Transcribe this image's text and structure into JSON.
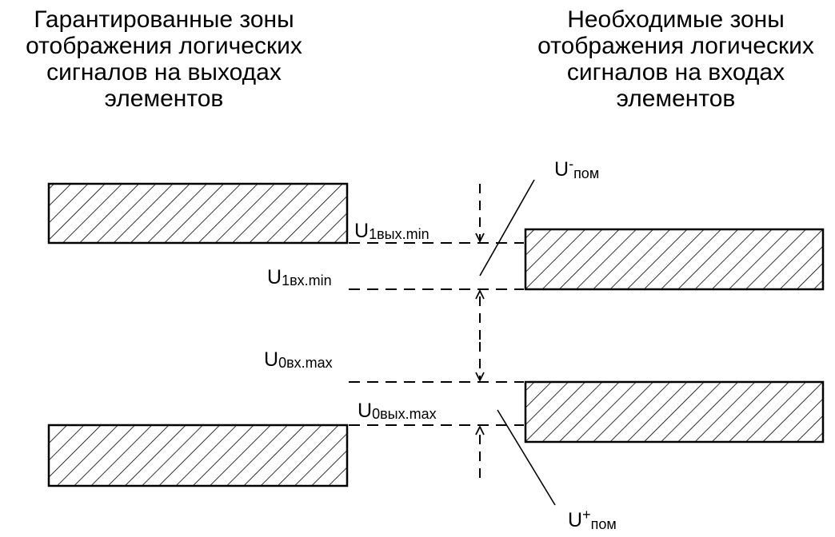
{
  "left_heading": [
    "Гарантированные зоны",
    "отображения логических",
    "сигналов на выходах",
    "элементов"
  ],
  "right_heading": [
    "Необходимые  зоны",
    "отображения логических",
    "сигналов на входах",
    "элементов"
  ],
  "labels": {
    "u_pom_minus": {
      "main": "U",
      "sup": "-",
      "sub": "пом"
    },
    "u_pom_plus": {
      "main": "U",
      "sup": "+",
      "sub": "пом"
    },
    "u1_out_min": {
      "main": "U",
      "sub": "1вых.min"
    },
    "u1_in_min": {
      "main": "U",
      "sub": "1вх.min"
    },
    "u0_in_max": {
      "main": "U",
      "sub": "0вх.max"
    },
    "u0_out_max": {
      "main": "U",
      "sub": "0вых.max"
    }
  }
}
